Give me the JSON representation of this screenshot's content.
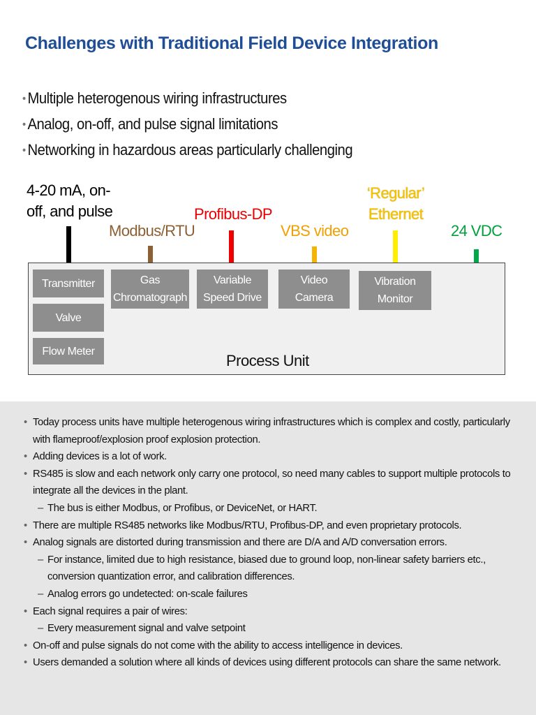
{
  "title": "Challenges with Traditional Field Device Integration",
  "bullets": [
    "Multiple heterogenous wiring infrastructures",
    "Analog, on-off, and pulse signal limitations",
    "Networking in hazardous areas particularly challenging"
  ],
  "signals": {
    "analog": "4-20 mA, on-\noff, and pulse",
    "modbus": "Modbus/RTU",
    "profibus": "Profibus-DP",
    "vbs": "VBS video",
    "ethernet": "‘Regular’\nEthernet",
    "power": "24 VDC"
  },
  "colors": {
    "title": "#1f4e96",
    "analog": "#000000",
    "modbus": "#8b6034",
    "profibus": "#e60000",
    "vbs": "#f0a000",
    "ethernet": "#f5c400",
    "power": "#00a03c"
  },
  "devices": {
    "transmitter": "Transmitter",
    "valve": "Valve",
    "flow_meter": "Flow Meter",
    "gas": "Gas\nChromatograph",
    "vsd": "Variable\nSpeed Drive",
    "camera": "Video\nCamera",
    "vibration": "Vibration\nMonitor"
  },
  "process_unit": "Process Unit",
  "notes": [
    {
      "level": 1,
      "text": "Today process units have multiple heterogenous wiring infrastructures which is complex and costly, particularly with flameproof/explosion proof explosion protection."
    },
    {
      "level": 1,
      "text": "Adding devices is a lot of work."
    },
    {
      "level": 1,
      "text": "RS485 is slow and each network only carry one protocol, so need many cables to support multiple protocols to integrate all the devices in the plant."
    },
    {
      "level": 2,
      "text": "The bus is either Modbus, or Profibus, or DeviceNet, or HART."
    },
    {
      "level": 1,
      "text": "There are multiple RS485 networks like Modbus/RTU, Profibus-DP, and even proprietary protocols."
    },
    {
      "level": 1,
      "text": "Analog signals are distorted during transmission and there are D/A and A/D conversation errors."
    },
    {
      "level": 2,
      "text": "For instance, limited due to high resistance, biased due to ground loop, non-linear safety barriers etc., conversion quantization error, and calibration differences."
    },
    {
      "level": 2,
      "text": "Analog errors go undetected: on-scale failures"
    },
    {
      "level": 1,
      "text": "Each signal requires a pair of wires:"
    },
    {
      "level": 2,
      "text": "Every measurement signal and valve setpoint"
    },
    {
      "level": 1,
      "text": "On-off and pulse signals do not come with the ability to access intelligence in devices."
    },
    {
      "level": 1,
      "text": "Users demanded a solution where all kinds of devices using different protocols can share the same network."
    }
  ]
}
